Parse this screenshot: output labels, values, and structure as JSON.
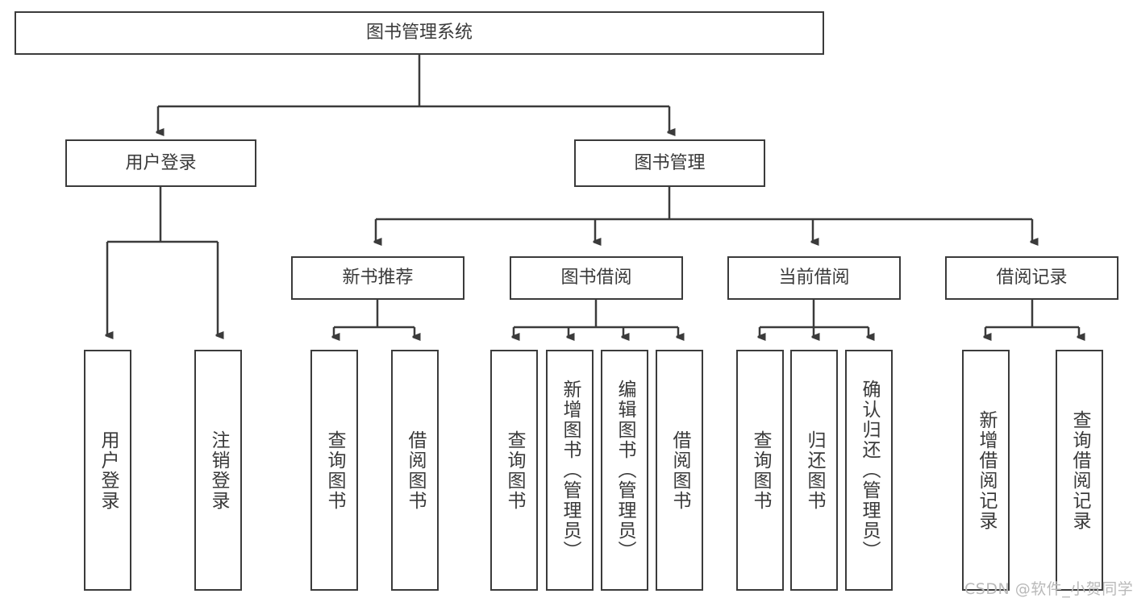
{
  "diagram": {
    "title": "图书管理系统",
    "type": "tree",
    "background_color": "#ffffff",
    "box_border_color": "#3b3b3b",
    "text_color": "#3a3a3a",
    "nodes": {
      "root": {
        "label": "图书管理系统"
      },
      "level1": [
        {
          "label": "用户登录"
        },
        {
          "label": "图书管理"
        }
      ],
      "level2": [
        {
          "label": "新书推荐"
        },
        {
          "label": "图书借阅"
        },
        {
          "label": "当前借阅"
        },
        {
          "label": "借阅记录"
        }
      ],
      "leaves": [
        {
          "label": "用户登录"
        },
        {
          "label": "注销登录"
        },
        {
          "label": "查询图书"
        },
        {
          "label": "借阅图书"
        },
        {
          "label": "查询图书"
        },
        {
          "label": "新增图书（管理员）"
        },
        {
          "label": "编辑图书（管理员）"
        },
        {
          "label": "借阅图书"
        },
        {
          "label": "查询图书"
        },
        {
          "label": "归还图书"
        },
        {
          "label": "确认归还（管理员）"
        },
        {
          "label": "新增借阅记录"
        },
        {
          "label": "查询借阅记录"
        }
      ]
    }
  },
  "watermark": {
    "text": "CSDN @软件_小贺同学"
  }
}
